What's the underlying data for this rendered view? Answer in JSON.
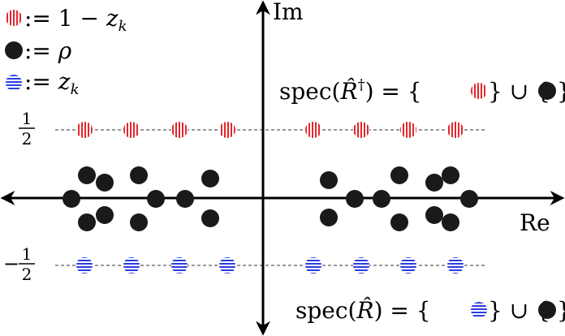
{
  "legend": {
    "red_label": ":= 1 − ",
    "red_var": "z",
    "red_sub": "k",
    "black_label": ":= ",
    "black_var": "ρ",
    "blue_label": ":= ",
    "blue_var": "z",
    "blue_sub": "k"
  },
  "axes": {
    "imag_label": "Im",
    "real_label": "Re",
    "upper_line_num": "1",
    "upper_line_den": "2",
    "lower_line_sign": "−",
    "lower_line_num": "1",
    "lower_line_den": "2"
  },
  "formulas": {
    "top_prefix": "spec(",
    "top_op": "R̂",
    "top_dagger": "†",
    "top_suffix": ") = {",
    "top_union": "} ∪ {",
    "top_end": "}",
    "bottom_prefix": "spec(",
    "bottom_op": "R̂",
    "bottom_suffix": ") = {",
    "bottom_union": "} ∪ {",
    "bottom_end": "}"
  },
  "colors": {
    "red": "#e3262f",
    "blue": "#2b3ee0",
    "black": "#1a1a1a",
    "dash": "#777777"
  }
}
